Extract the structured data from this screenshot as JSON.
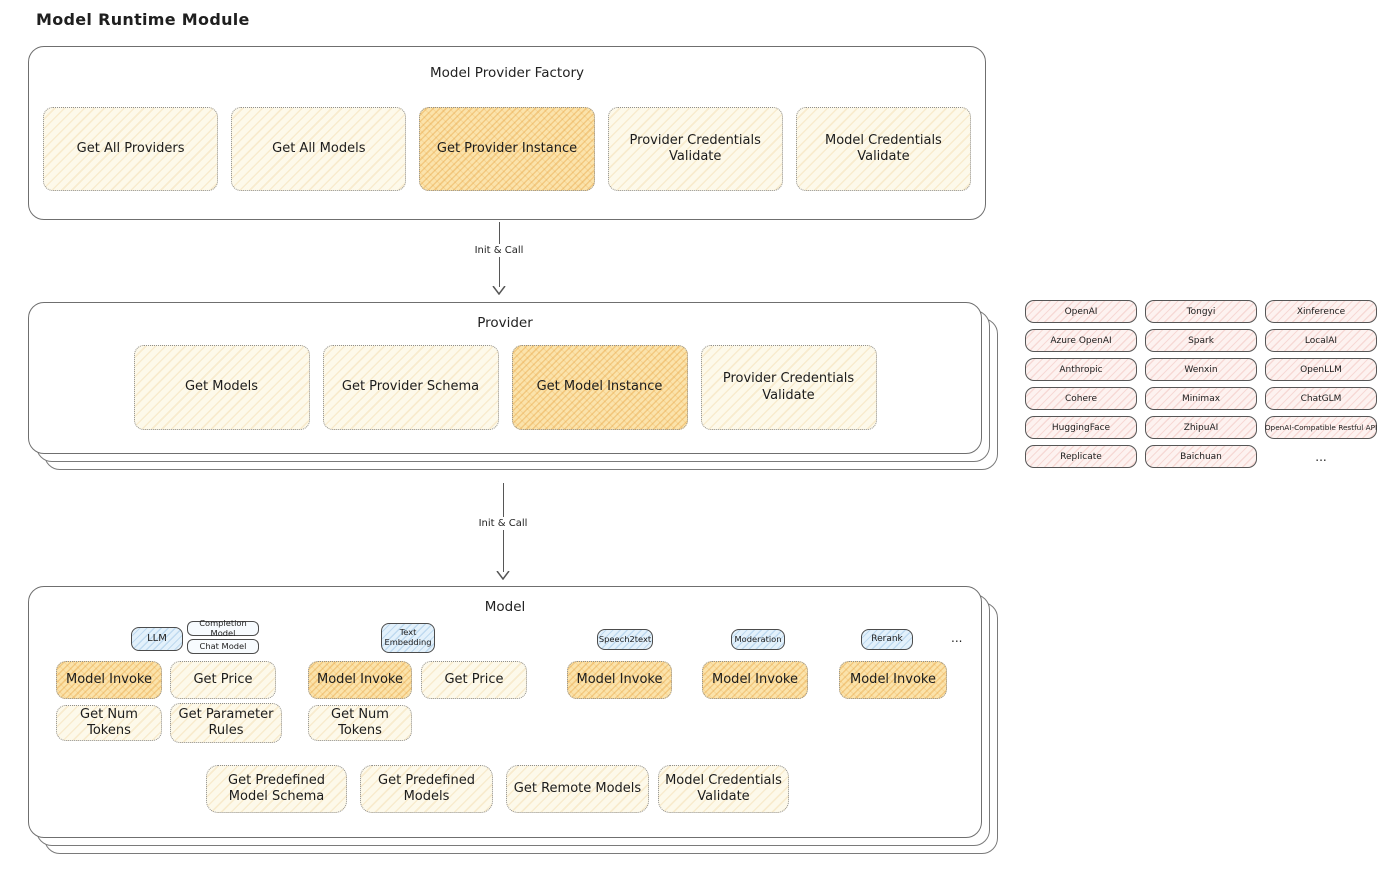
{
  "page_title": "Model Runtime Module",
  "arrows": {
    "init_call": "Init & Call"
  },
  "colors": {
    "node_yellow": "#fdf9ea",
    "node_yellow_active": "#fbe3ab",
    "provider_pink": "#fdf2f0",
    "tab_blue": "#e3f1fb",
    "box_border": "#6f6f6f"
  },
  "factory": {
    "title": "Model Provider Factory",
    "buttons": [
      "Get All Providers",
      "Get All Models",
      "Get Provider Instance",
      "Provider Credentials Validate",
      "Model Credentials Validate"
    ]
  },
  "provider": {
    "title": "Provider",
    "buttons": [
      "Get Models",
      "Get Provider Schema",
      "Get Model Instance",
      "Provider Credentials Validate"
    ]
  },
  "provider_list": {
    "items": [
      "OpenAI",
      "Tongyi",
      "Xinference",
      "Azure OpenAI",
      "Spark",
      "LocalAI",
      "Anthropic",
      "Wenxin",
      "OpenLLM",
      "Cohere",
      "Minimax",
      "ChatGLM",
      "HuggingFace",
      "ZhipuAI",
      "OpenAI-Compatible Restful API",
      "Replicate",
      "Baichuan"
    ],
    "more": "..."
  },
  "model": {
    "title": "Model",
    "tabs": [
      "LLM",
      "Completion Model",
      "Chat Model",
      "Text Embedding",
      "Speech2text",
      "Moderation",
      "Rerank"
    ],
    "tabs_more": "...",
    "buttons": {
      "model_invoke": "Model Invoke",
      "get_price": "Get Price",
      "get_num_tokens": "Get Num Tokens",
      "get_parameter_rules": "Get Parameter Rules",
      "get_predefined_model_schema": "Get Predefined Model Schema",
      "get_predefined_models": "Get Predefined Models",
      "get_remote_models": "Get Remote Models",
      "model_credentials_validate": "Model Credentials Validate"
    }
  }
}
